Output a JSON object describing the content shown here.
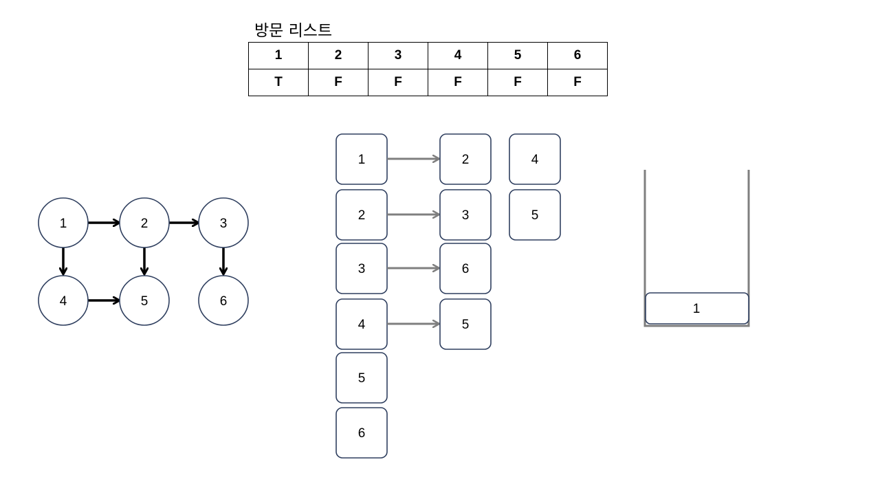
{
  "visited_list": {
    "title": "방문 리스트",
    "headers": [
      "1",
      "2",
      "3",
      "4",
      "5",
      "6"
    ],
    "values": [
      "T",
      "F",
      "F",
      "F",
      "F",
      "F"
    ]
  },
  "graph": {
    "nodes": [
      "1",
      "2",
      "3",
      "4",
      "5",
      "6"
    ],
    "edges": [
      [
        "1",
        "2"
      ],
      [
        "2",
        "3"
      ],
      [
        "1",
        "4"
      ],
      [
        "2",
        "5"
      ],
      [
        "3",
        "6"
      ],
      [
        "4",
        "5"
      ]
    ]
  },
  "adjacency_list": {
    "rows": [
      {
        "node": "1",
        "neighbors": [
          "2",
          "4"
        ]
      },
      {
        "node": "2",
        "neighbors": [
          "3",
          "5"
        ]
      },
      {
        "node": "3",
        "neighbors": [
          "6"
        ]
      },
      {
        "node": "4",
        "neighbors": [
          "5"
        ]
      },
      {
        "node": "5",
        "neighbors": []
      },
      {
        "node": "6",
        "neighbors": []
      }
    ]
  },
  "stack": {
    "items": [
      "1"
    ]
  },
  "colors": {
    "node_stroke": "#2f3f5f",
    "graph_arrow": "#000000",
    "list_arrow": "#7f7f7f",
    "stack_wall": "#7f7f7f"
  }
}
